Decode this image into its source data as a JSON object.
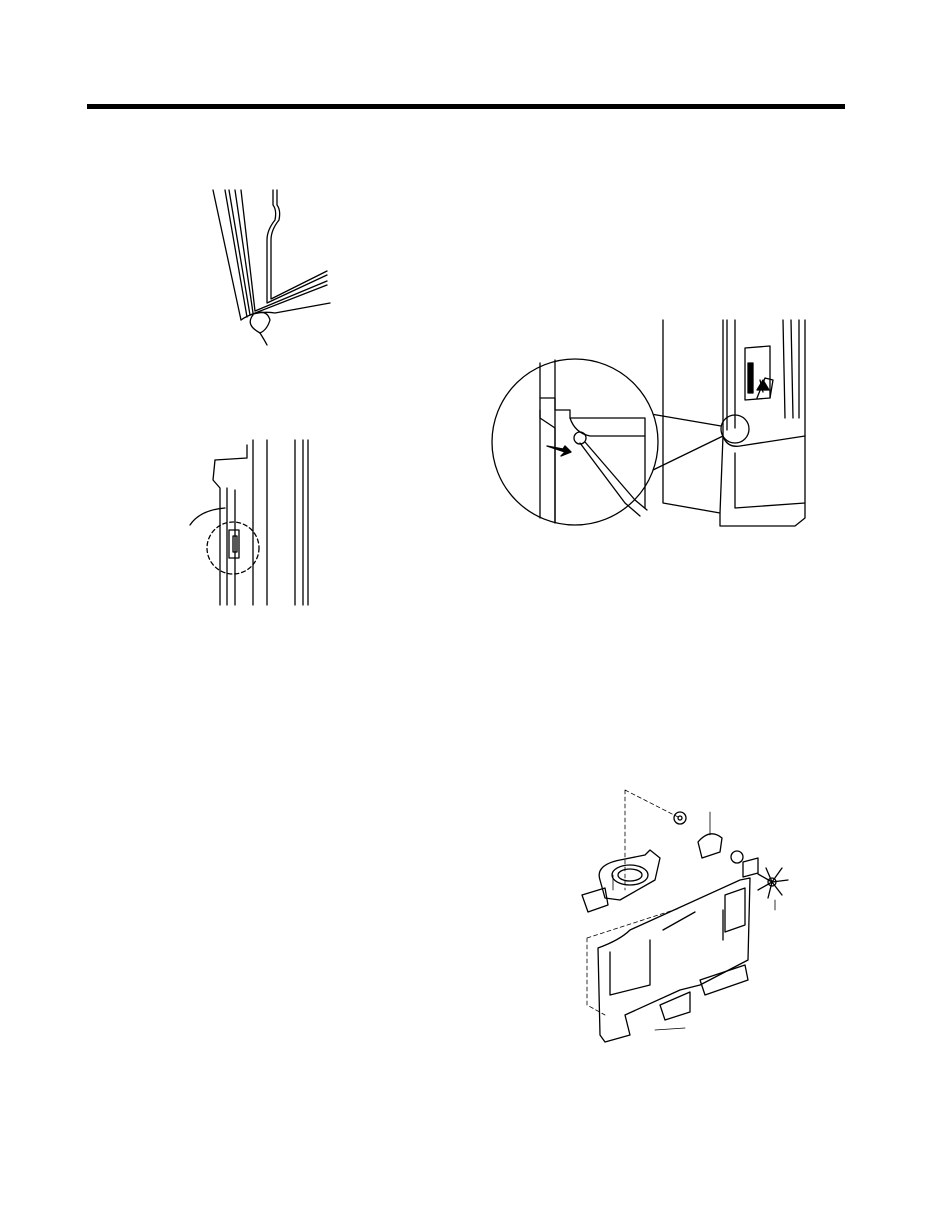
{
  "page": {
    "header_rule_color": "#000000",
    "figures": [
      {
        "id": "door-bottom-corner",
        "icon": "door-hinge-illustration"
      },
      {
        "id": "door-hinge-pin-detail",
        "icon": "dashed-circle-callout-illustration"
      },
      {
        "id": "refrigerator-pliers-removal",
        "icon": "pliers-callout-illustration"
      },
      {
        "id": "ice-dispenser-exploded-view",
        "icon": "exploded-parts-illustration"
      }
    ]
  }
}
